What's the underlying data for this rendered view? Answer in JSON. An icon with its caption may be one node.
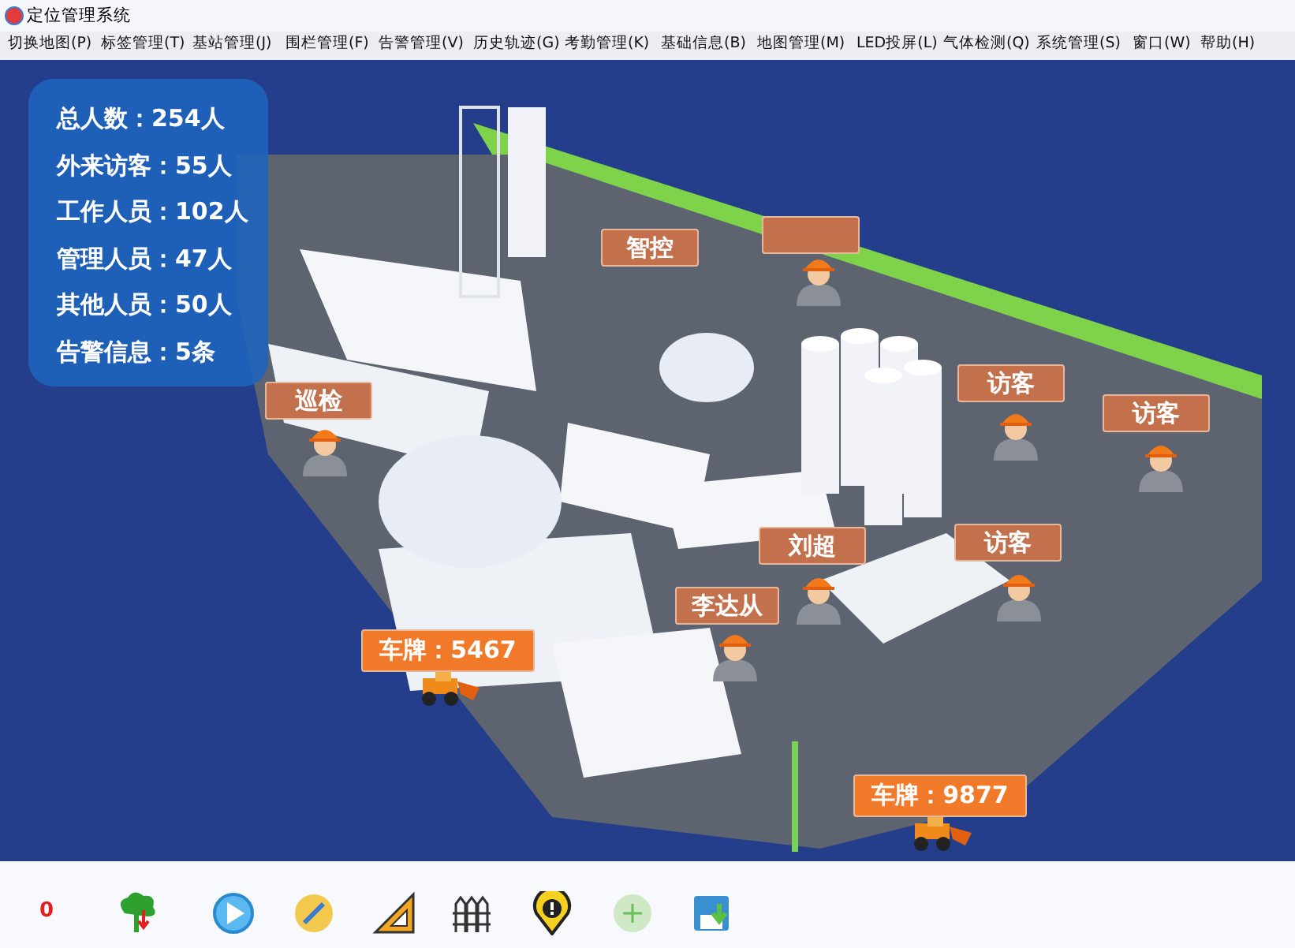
{
  "diagram": {
    "title": "定位管理系统",
    "nodes": [
      {
        "text": [
          "总人数：254人",
          "外来访客：55人",
          "工作人员：102人",
          "管理人员：47人",
          "其他人员：50人",
          "告警信息：5条"
        ]
      },
      {
        "text": [
          "巡检"
        ]
      },
      {
        "text": [
          "智控"
        ]
      },
      {
        "text": [],
        "shape": "box"
      },
      {
        "text": [
          "访客"
        ]
      },
      {
        "text": [
          "访客"
        ]
      },
      {
        "text": [
          "刘超"
        ]
      },
      {
        "text": [
          "访客"
        ]
      },
      {
        "text": [
          "李达从"
        ]
      },
      {
        "text": [
          "车牌：5467"
        ]
      },
      {
        "text": [
          "车牌：9877"
        ]
      }
    ],
    "labels": [
      "切换地图(P)",
      "标签管理(T)",
      "基站管理(J)",
      "围栏管理(F)",
      "告警管理(V)",
      "历史轨迹(G)",
      "考勤管理(K)",
      "基础信息(B)",
      "地图管理(M)",
      "LED投屏(L)",
      "气体检测(Q)",
      "系统管理(S)",
      "窗口(W)",
      "帮助(H)",
      "0"
    ]
  }
}
